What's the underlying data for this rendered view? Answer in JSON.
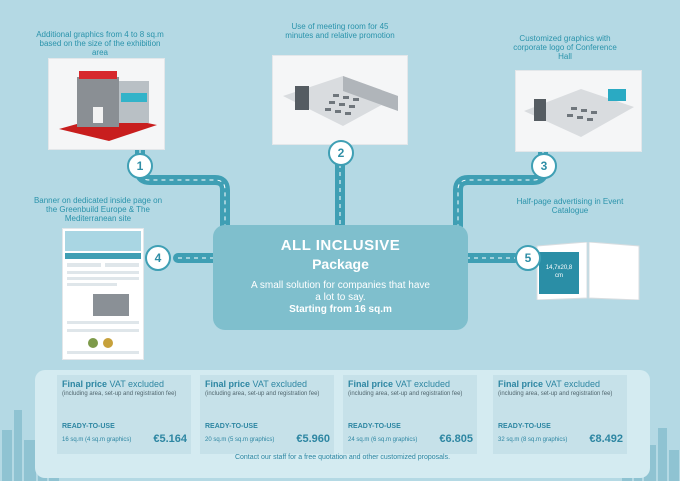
{
  "steps": [
    {
      "num": "1",
      "caption": "Additional graphics from 4 to 8 sq.m based on the size of the exhibition area"
    },
    {
      "num": "2",
      "caption": "Use of meeting room for 45 minutes and relative promotion"
    },
    {
      "num": "3",
      "caption": "Customized graphics with corporate logo of Conference Hall"
    },
    {
      "num": "4",
      "caption": "Banner on dedicated inside page on the Greenbuild Europe & The Mediterranean site"
    },
    {
      "num": "5",
      "caption": "Half-page advertising in Event Catalogue"
    }
  ],
  "catalogue_label": "14,7x20,8 cm",
  "center": {
    "title": "ALL INCLUSIVE",
    "subtitle": "Package",
    "tagline": "A small solution for companies that have a lot to say.",
    "start": "Starting from 16 sq.m"
  },
  "pricing": [
    {
      "final": "Final price",
      "vat": "VAT excluded",
      "sub": "(including area, set-up and registration fee)",
      "ready": "READY-TO-USE",
      "size": "16 sq.m (4 sq.m graphics)",
      "price": "€5.164"
    },
    {
      "final": "Final price",
      "vat": "VAT excluded",
      "sub": "(including area, set-up and registration fee)",
      "ready": "READY-TO-USE",
      "size": "20 sq.m (5 sq.m graphics)",
      "price": "€5.960"
    },
    {
      "final": "Final price",
      "vat": "VAT excluded",
      "sub": "(including area, set-up and registration fee)",
      "ready": "READY-TO-USE",
      "size": "24 sq.m (6 sq.m graphics)",
      "price": "€6.805"
    },
    {
      "final": "Final price",
      "vat": "VAT excluded",
      "sub": "(including area, set-up and registration fee)",
      "ready": "READY-TO-USE",
      "size": "32 sq.m (8 sq.m graphics)",
      "price": "€8.492"
    }
  ],
  "contact": "Contact our staff for a free quotation and other customized proposals.",
  "colors": {
    "background": "#b4d9e4",
    "road": "#3f9fb4",
    "accent": "#2d86a2",
    "panel": "#7fbfcd"
  }
}
